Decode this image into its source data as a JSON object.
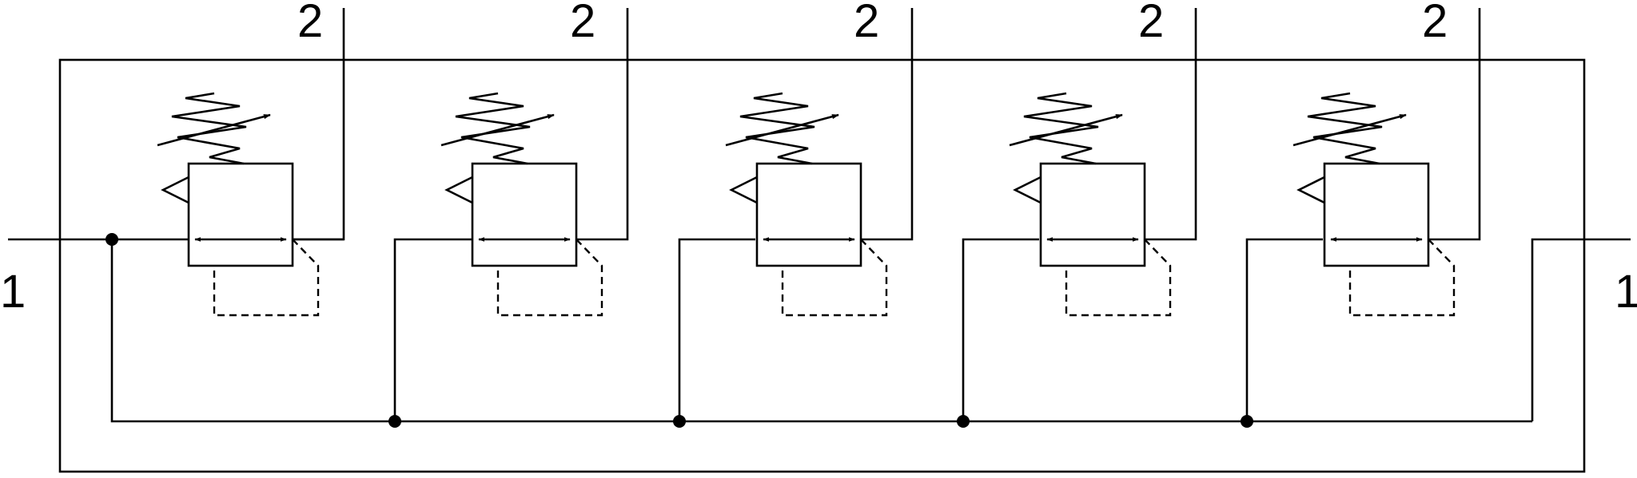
{
  "colors": {
    "line": "#000000",
    "background": "#ffffff"
  },
  "ports": {
    "inlet_left": "1",
    "inlet_right": "1",
    "outlets": [
      "2",
      "2",
      "2",
      "2",
      "2"
    ]
  },
  "valves": [
    {
      "symbol": "pressure-regulator-icon",
      "outlet": "2"
    },
    {
      "symbol": "pressure-regulator-icon",
      "outlet": "2"
    },
    {
      "symbol": "pressure-regulator-icon",
      "outlet": "2"
    },
    {
      "symbol": "pressure-regulator-icon",
      "outlet": "2"
    },
    {
      "symbol": "pressure-regulator-icon",
      "outlet": "2"
    }
  ]
}
